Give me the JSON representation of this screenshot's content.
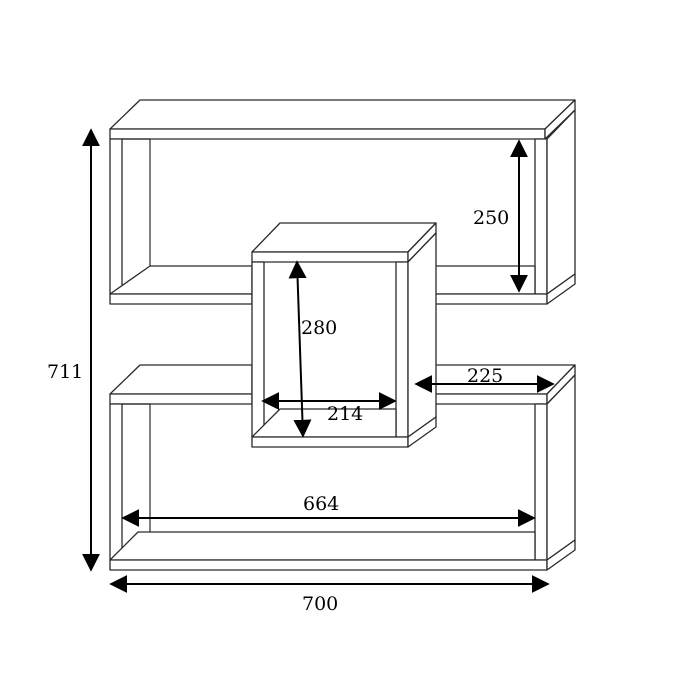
{
  "diagram": {
    "type": "technical-drawing",
    "subject": "shelving unit",
    "dimensions": {
      "overall_height": "711",
      "overall_width": "700",
      "inner_width_bottom": "664",
      "upper_compartment_height": "250",
      "center_box_height": "280",
      "center_box_width": "214",
      "side_shelf_width": "225"
    },
    "colors": {
      "line": "#2a2a2a",
      "dimension": "#000000",
      "background": "#ffffff"
    }
  }
}
